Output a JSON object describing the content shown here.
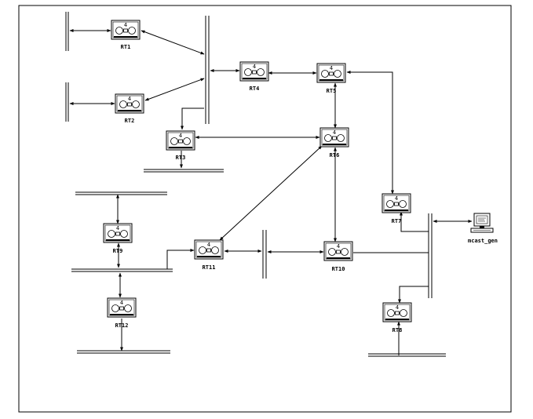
{
  "routers": [
    {
      "id": "RT1",
      "label": "RT1",
      "badge": "4"
    },
    {
      "id": "RT2",
      "label": "RT2",
      "badge": "4"
    },
    {
      "id": "RT3",
      "label": "RT3",
      "badge": "4"
    },
    {
      "id": "RT4",
      "label": "RT4",
      "badge": "4"
    },
    {
      "id": "RT5",
      "label": "RT5",
      "badge": "4"
    },
    {
      "id": "RT6",
      "label": "RT6",
      "badge": "4"
    },
    {
      "id": "RT7",
      "label": "RT7",
      "badge": "4"
    },
    {
      "id": "RT8",
      "label": "RT8",
      "badge": "4"
    },
    {
      "id": "RT9",
      "label": "RT9",
      "badge": "4"
    },
    {
      "id": "RT10",
      "label": "RT10",
      "badge": "4"
    },
    {
      "id": "RT11",
      "label": "RT11",
      "badge": "4"
    },
    {
      "id": "RT12",
      "label": "RT12",
      "badge": "4"
    }
  ],
  "host": {
    "label": "mcast_gen",
    "icon": "workstation-icon"
  }
}
